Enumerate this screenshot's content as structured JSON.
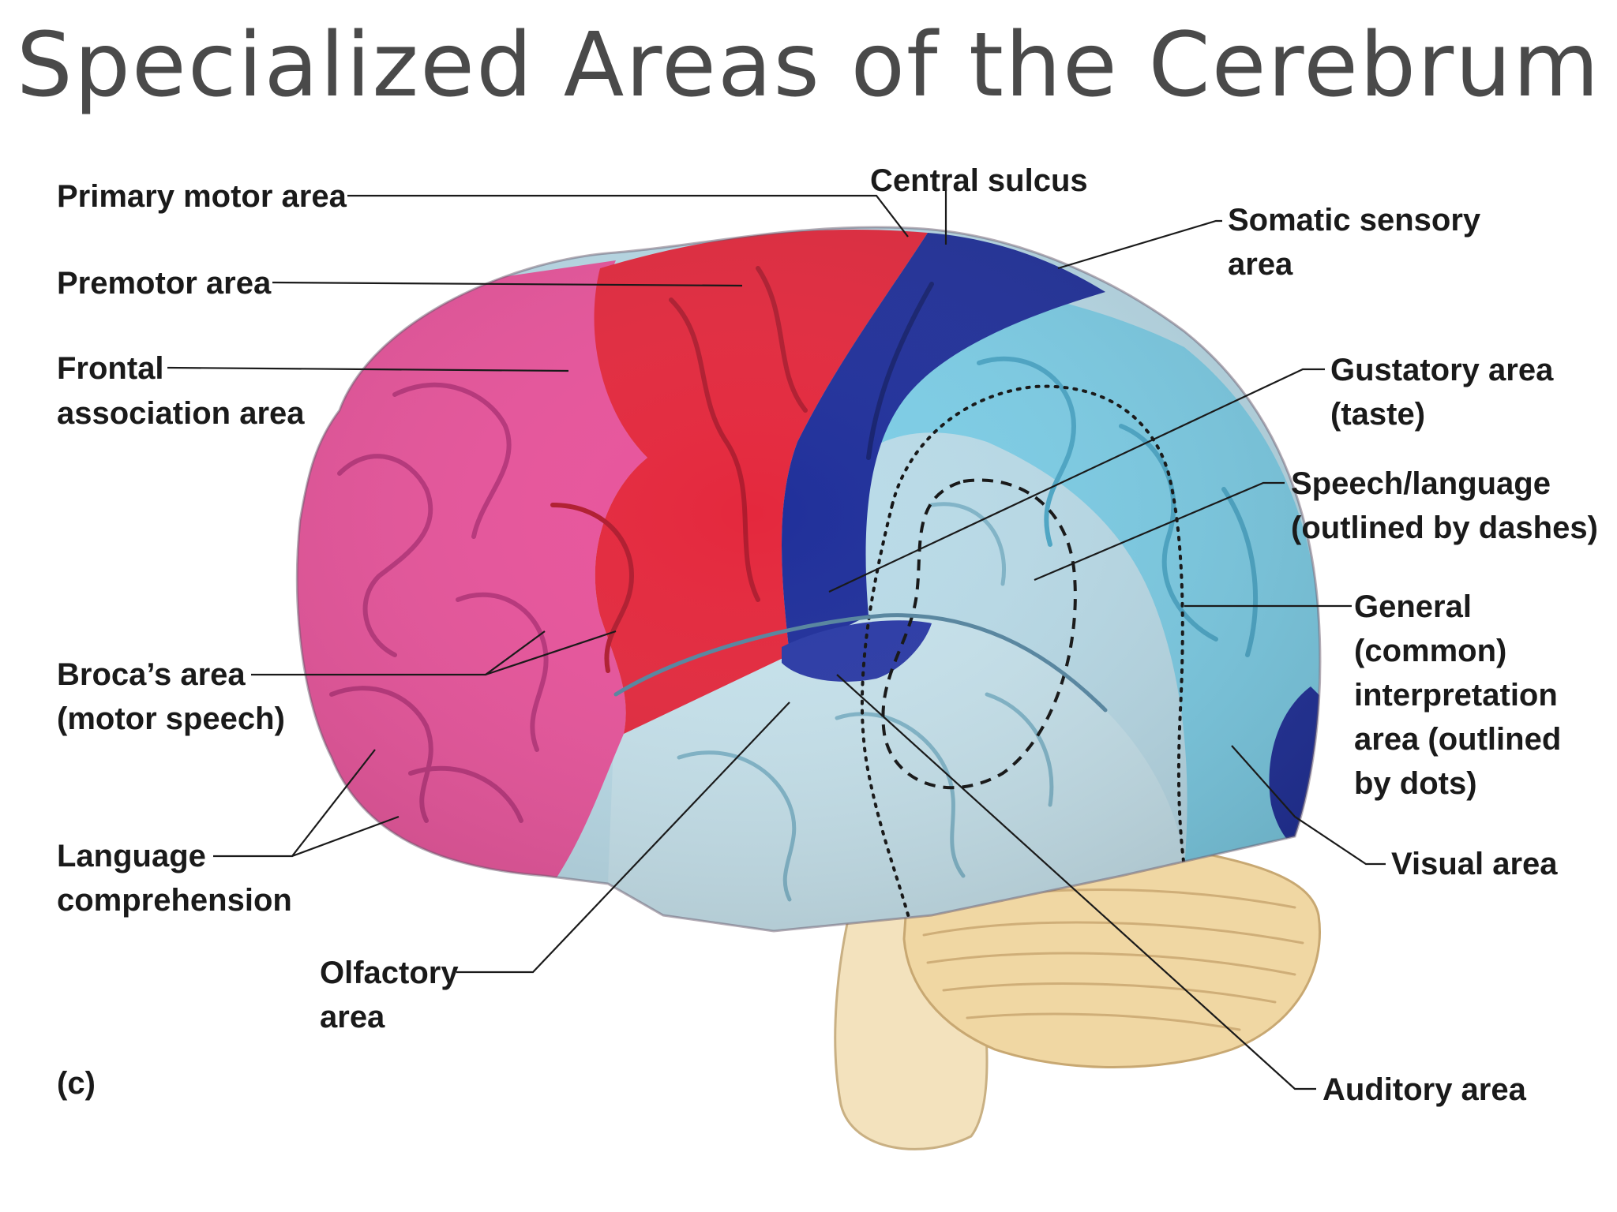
{
  "title": "Specialized Areas of the Cerebrum",
  "figure_letter": "(c)",
  "labels": {
    "primary_motor": "Primary motor area",
    "premotor": "Premotor area",
    "frontal_1": "Frontal",
    "frontal_2": "association area",
    "broca_1": "Broca’s area",
    "broca_2": "(motor speech)",
    "language_1": "Language",
    "language_2": "comprehension",
    "olfactory_1": "Olfactory",
    "olfactory_2": "area",
    "central_sulcus": "Central sulcus",
    "somatic_1": "Somatic sensory",
    "somatic_2": "area",
    "gustatory_1": "Gustatory area",
    "gustatory_2": "(taste)",
    "speech_1": "Speech/language",
    "speech_2": "(outlined by dashes)",
    "general_1": "General",
    "general_2": "(common)",
    "general_3": "interpretation",
    "general_4": "area (outlined",
    "general_5": "by dots)",
    "visual": "Visual area",
    "auditory": "Auditory area"
  },
  "colors": {
    "frontal_association": "#e8539b",
    "motor": "#e4283d",
    "somatic_sensory": "#1f2f9a",
    "sensory_association": "#7ccde6",
    "temporal": "#b9dbe8",
    "cerebellum": "#f0d7a3",
    "brainstem": "#f3e2bd"
  }
}
